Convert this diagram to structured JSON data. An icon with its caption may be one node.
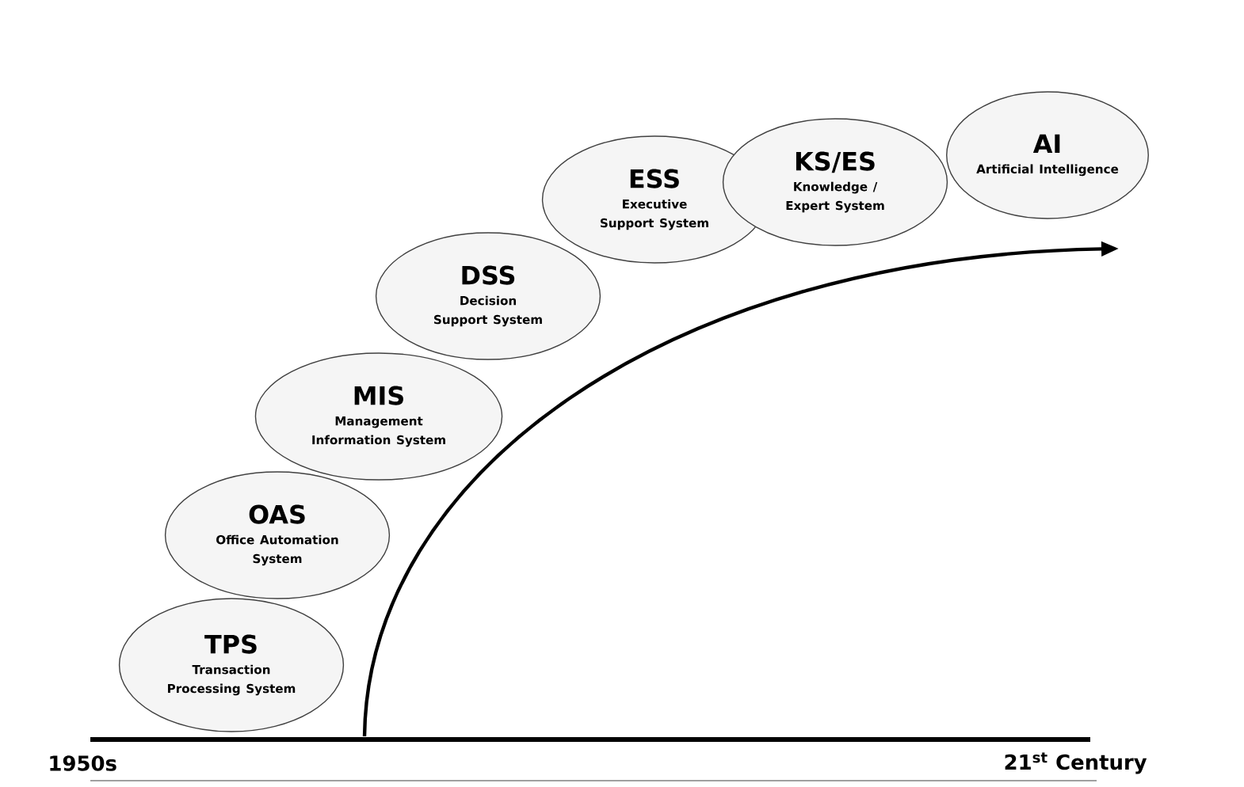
{
  "diagram": {
    "nodes": [
      {
        "text": [
          "TPS",
          "Transaction Processing System"
        ]
      },
      {
        "text": [
          "OAS",
          "Office Automation System"
        ]
      },
      {
        "text": [
          "MIS",
          "Management Information System"
        ]
      },
      {
        "text": [
          "DSS",
          "Decision Support System"
        ]
      },
      {
        "text": [
          "ESS",
          "Executive Support System"
        ]
      },
      {
        "text": [
          "KS/ES",
          "Knowledge / Expert System"
        ]
      },
      {
        "text": [
          "AI",
          "Artificial Intelligence"
        ]
      }
    ],
    "labels": [
      "1950s",
      "21$^{st}$ Century"
    ]
  }
}
